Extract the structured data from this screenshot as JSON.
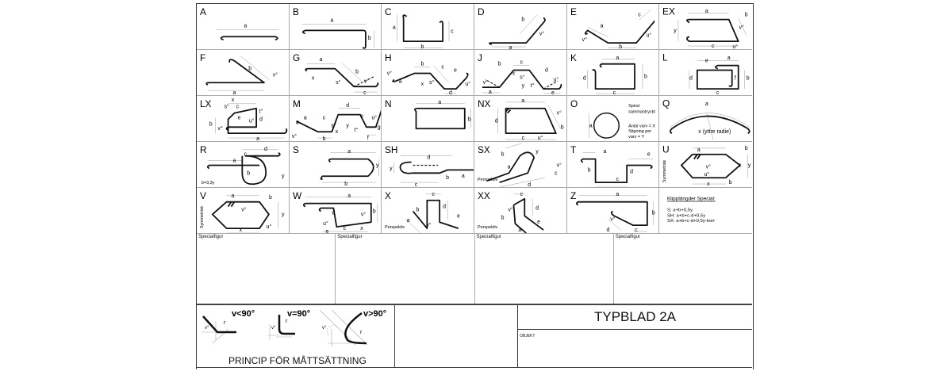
{
  "cells": [
    {
      "letter": "A",
      "dims": [
        "a"
      ]
    },
    {
      "letter": "B",
      "dims": [
        "a",
        "b"
      ]
    },
    {
      "letter": "C",
      "dims": [
        "a",
        "b",
        "c"
      ]
    },
    {
      "letter": "D",
      "dims": [
        "a",
        "b",
        "v°"
      ]
    },
    {
      "letter": "E",
      "dims": [
        "a",
        "b",
        "c",
        "v°",
        "u°"
      ]
    },
    {
      "letter": "EX",
      "dims": [
        "a",
        "y",
        "c",
        "b",
        "v°",
        "u°"
      ]
    },
    {
      "letter": "F",
      "dims": [
        "b",
        "a",
        "v°"
      ]
    },
    {
      "letter": "G",
      "dims": [
        "a",
        "b",
        "x",
        "s°",
        "v°",
        "c"
      ]
    },
    {
      "letter": "H",
      "dims": [
        "b",
        "c",
        "v°",
        "a",
        "x",
        "s°",
        "e",
        "u°",
        "d"
      ]
    },
    {
      "letter": "J",
      "dims": [
        "b",
        "c",
        "a",
        "x",
        "s°",
        "y",
        "t°",
        "d",
        "u°",
        "e",
        "v°"
      ]
    },
    {
      "letter": "K",
      "dims": [
        "a",
        "d",
        "b",
        "c"
      ]
    },
    {
      "letter": "L",
      "dims": [
        "e",
        "a",
        "d",
        "f",
        "b",
        "c"
      ]
    },
    {
      "letter": "LX",
      "dims": [
        "s°",
        "c",
        "x",
        "t°",
        "e",
        "b",
        "u°",
        "d",
        "v°",
        "a"
      ]
    },
    {
      "letter": "M",
      "dims": [
        "a",
        "c",
        "d",
        "e",
        "b",
        "s°",
        "x",
        "y",
        "t°",
        "f",
        "u°",
        "g",
        "v°"
      ]
    },
    {
      "letter": "N",
      "dims": [
        "a",
        "b"
      ]
    },
    {
      "letter": "NX",
      "dims": [
        "a",
        "d",
        "v°",
        "b",
        "c",
        "u°"
      ]
    },
    {
      "letter": "O",
      "dims": [
        "a"
      ],
      "notes": [
        "Spiral",
        "sammantryckt",
        "Antal varv = X",
        "Stigning per",
        "varv = Y"
      ]
    },
    {
      "letter": "Q",
      "dims": [
        "a",
        "x (yttre radie)"
      ]
    },
    {
      "letter": "R",
      "dims": [
        "a",
        "c",
        "d",
        "b",
        "y"
      ],
      "notes": [
        "b=3,3y"
      ]
    },
    {
      "letter": "S",
      "dims": [
        "a",
        "y",
        "b"
      ]
    },
    {
      "letter": "SH",
      "dims": [
        "d",
        "y",
        "c",
        "b",
        "a"
      ]
    },
    {
      "letter": "SX",
      "dims": [
        "b",
        "y",
        "a",
        "v°",
        "c",
        "d"
      ],
      "notes": [
        "Perspektiv"
      ]
    },
    {
      "letter": "T",
      "dims": [
        "a",
        "e",
        "b",
        "d",
        "c"
      ]
    },
    {
      "letter": "U",
      "dims": [
        "a",
        "b",
        "v°",
        "u°",
        "c",
        "y",
        "x",
        "b"
      ],
      "notes": [
        "Symmetrisk"
      ]
    },
    {
      "letter": "V",
      "dims": [
        "a",
        "b",
        "v°",
        "y",
        "x",
        "u°"
      ],
      "notes": [
        "Symmetrisk"
      ]
    },
    {
      "letter": "W",
      "dims": [
        "a",
        "b",
        "d",
        "v°",
        "u°",
        "c",
        "x",
        "e"
      ]
    },
    {
      "letter": "X",
      "dims": [
        "c",
        "d",
        "b",
        "a",
        "v°",
        "e"
      ],
      "notes": [
        "Perspektiv"
      ]
    },
    {
      "letter": "XX",
      "dims": [
        "c",
        "d",
        "b",
        "v°",
        "e",
        "a"
      ],
      "notes": [
        "Perspektiv"
      ]
    },
    {
      "letter": "Z",
      "dims": [
        "a",
        "b",
        "v°",
        "d",
        "c"
      ]
    },
    {
      "letter": "",
      "dims": [],
      "notes": [
        "Klipplängder Special:",
        "S:    a+b+0,5y",
        "SH:  a+b+c-d+0,5y",
        "SX:  a+b+c-d+0,5y-korr"
      ]
    }
  ],
  "special_figures": [
    "Specialfigur",
    "Specialfigur",
    "Specialfigur",
    "Specialfigur"
  ],
  "principle": {
    "title": "PRINCIP FÖR MÅTTSÄTTNING",
    "cases": [
      "v<90°",
      "v=90°",
      "v>90°"
    ],
    "angle_label": "v°",
    "radius_label": "r"
  },
  "title_block": {
    "title": "TYPBLAD 2A",
    "object_label": "OBJEKT"
  }
}
